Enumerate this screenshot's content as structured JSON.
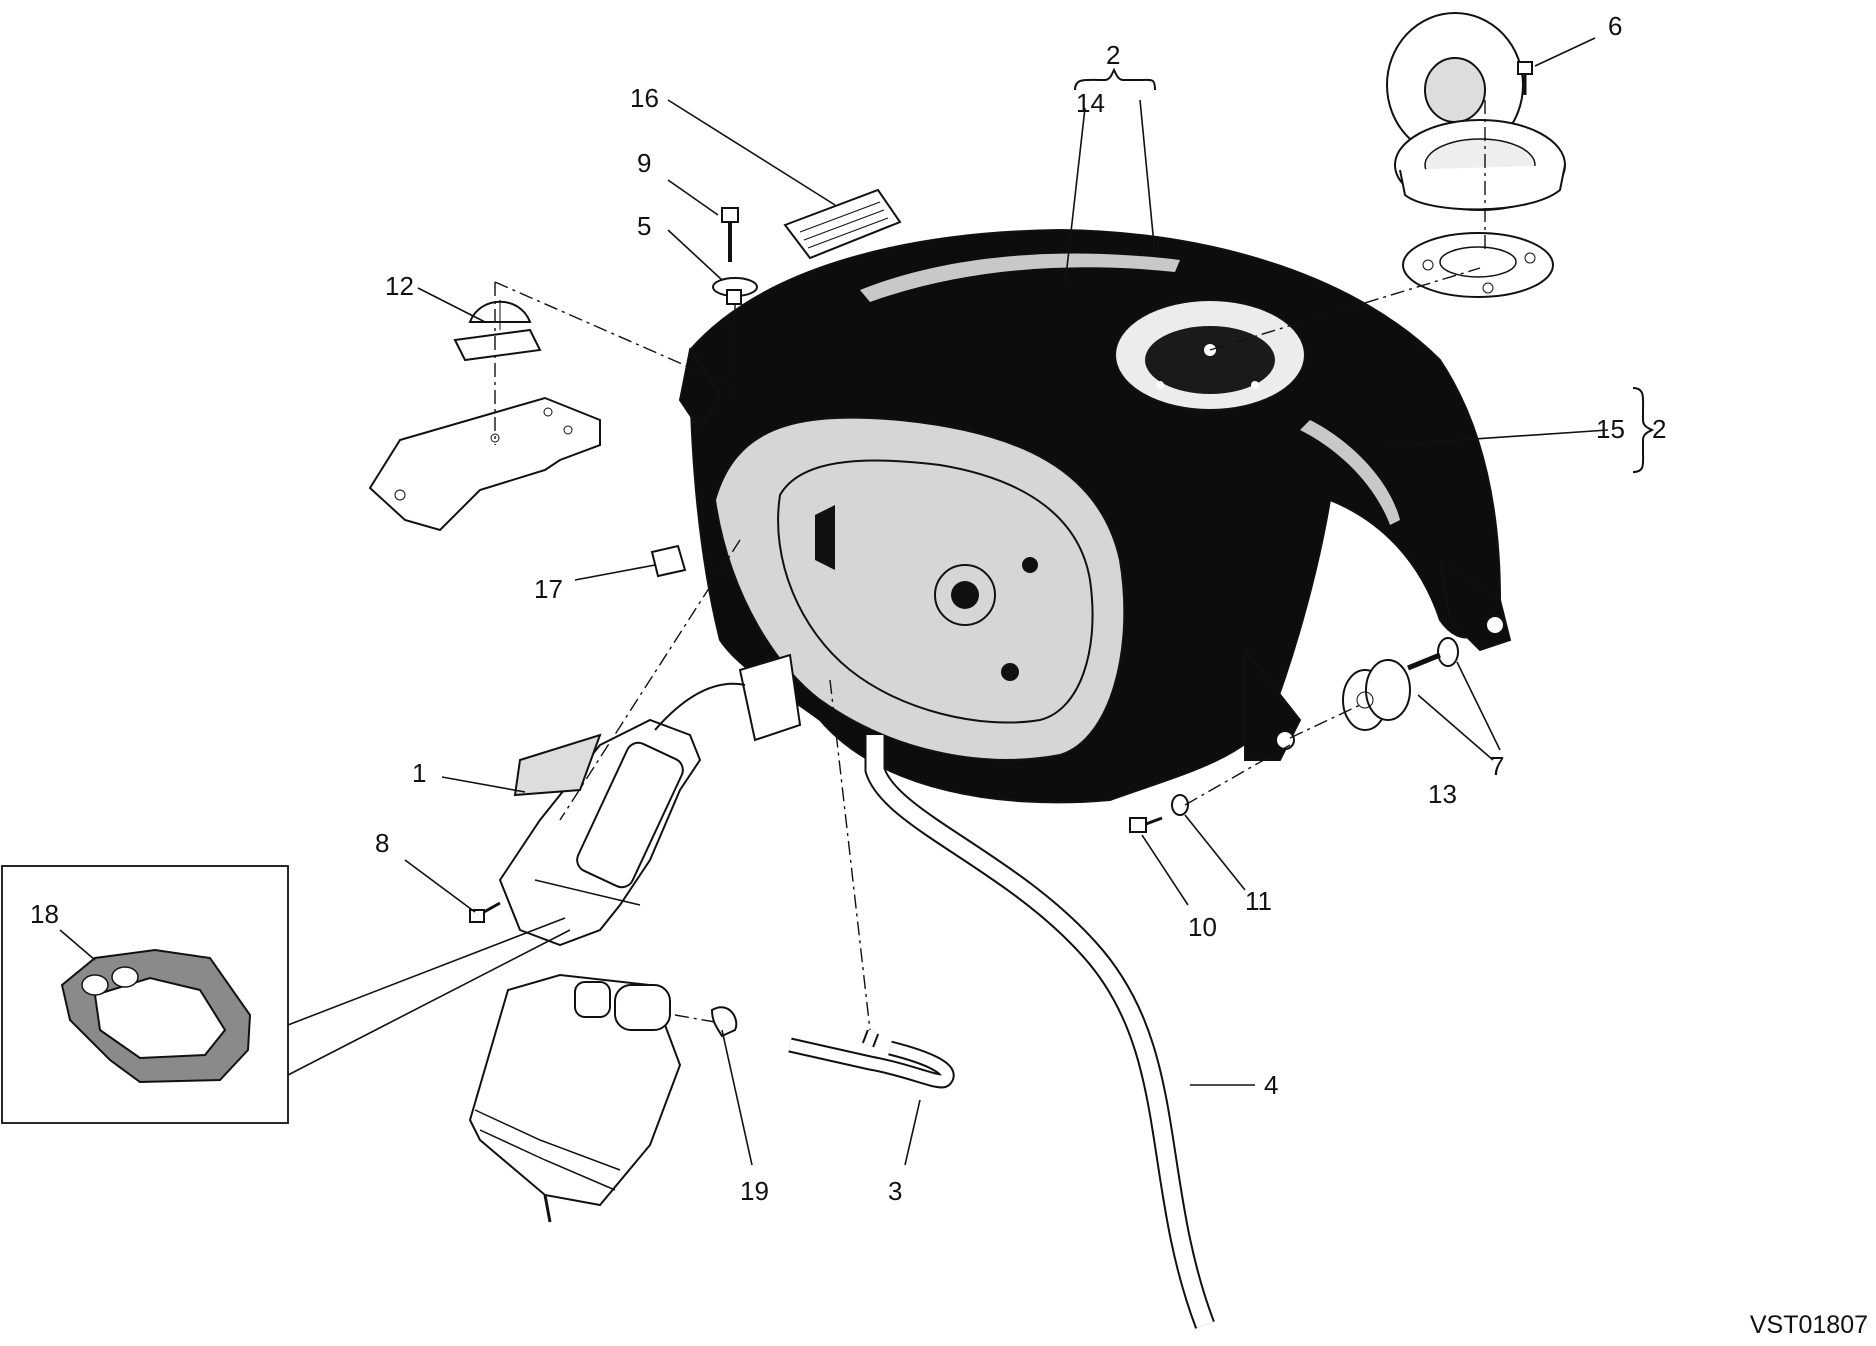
{
  "drawing_code": "VST01807",
  "callouts": [
    {
      "id": "c1",
      "text": "1"
    },
    {
      "id": "c2a",
      "text": "2"
    },
    {
      "id": "c2b",
      "text": "2"
    },
    {
      "id": "c3",
      "text": "3"
    },
    {
      "id": "c4",
      "text": "4"
    },
    {
      "id": "c5",
      "text": "5"
    },
    {
      "id": "c6",
      "text": "6"
    },
    {
      "id": "c7",
      "text": "7"
    },
    {
      "id": "c8",
      "text": "8"
    },
    {
      "id": "c9",
      "text": "9"
    },
    {
      "id": "c10",
      "text": "10"
    },
    {
      "id": "c11",
      "text": "11"
    },
    {
      "id": "c12",
      "text": "12"
    },
    {
      "id": "c13",
      "text": "13"
    },
    {
      "id": "c14",
      "text": "14"
    },
    {
      "id": "c15",
      "text": "15"
    },
    {
      "id": "c16",
      "text": "16"
    },
    {
      "id": "c17",
      "text": "17"
    },
    {
      "id": "c18",
      "text": "18"
    },
    {
      "id": "c19",
      "text": "19"
    }
  ],
  "colors": {
    "line": "#111111",
    "tank": "#0d0d0d",
    "panel": "#d6d6d6",
    "stripe": "#c8c8c8",
    "gasket": "#8a8a8a"
  }
}
